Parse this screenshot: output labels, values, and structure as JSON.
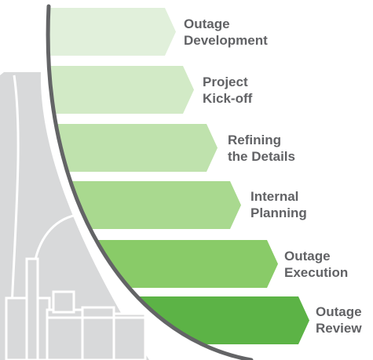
{
  "steps": [
    {
      "line1": "Outage",
      "line2": "Development",
      "color": "#e1f0db"
    },
    {
      "line1": "Project",
      "line2": "Kick-off",
      "color": "#d2eac6"
    },
    {
      "line1": "Refining",
      "line2": "the Details",
      "color": "#bfe2ad"
    },
    {
      "line1": "Internal",
      "line2": "Planning",
      "color": "#a9d98f"
    },
    {
      "line1": "Outage",
      "line2": "Execution",
      "color": "#89cb68"
    },
    {
      "line1": "Outage",
      "line2": "Review",
      "color": "#5cb346"
    }
  ],
  "colors": {
    "building": "#d8d9da",
    "building_outline": "#ffffff",
    "curve": "#636466",
    "label_text": "#616265"
  }
}
